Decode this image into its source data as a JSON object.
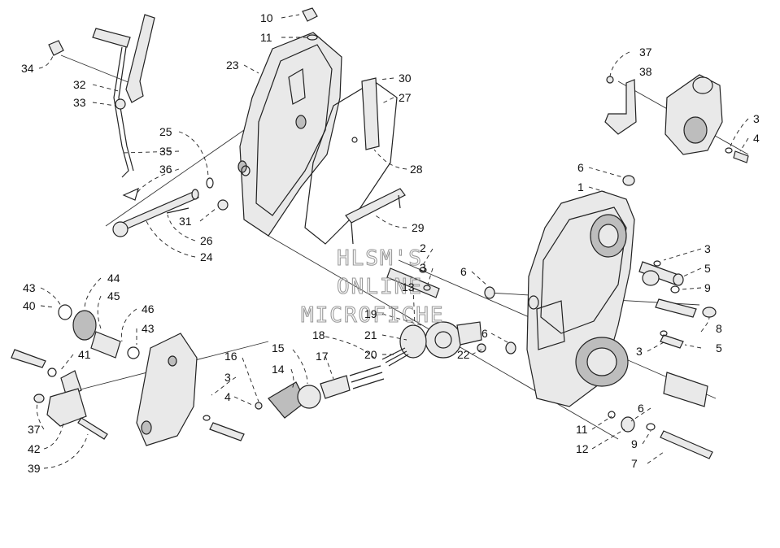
{
  "watermark": {
    "line1": "HLSM'S",
    "line2": "ONLINE",
    "line3": "MICROFICHE"
  },
  "callouts": [
    "10",
    "11",
    "23",
    "30",
    "27",
    "28",
    "29",
    "34",
    "32",
    "33",
    "25",
    "35",
    "36",
    "31",
    "26",
    "24",
    "37",
    "38",
    "3",
    "4",
    "6",
    "1",
    "2",
    "3",
    "13",
    "6",
    "3",
    "5",
    "9",
    "8",
    "6",
    "19",
    "18",
    "21",
    "20",
    "22",
    "3",
    "5",
    "43",
    "40",
    "44",
    "45",
    "46",
    "43",
    "41",
    "37",
    "42",
    "39",
    "16",
    "15",
    "14",
    "17",
    "3",
    "4",
    "11",
    "12",
    "9",
    "6",
    "7"
  ]
}
